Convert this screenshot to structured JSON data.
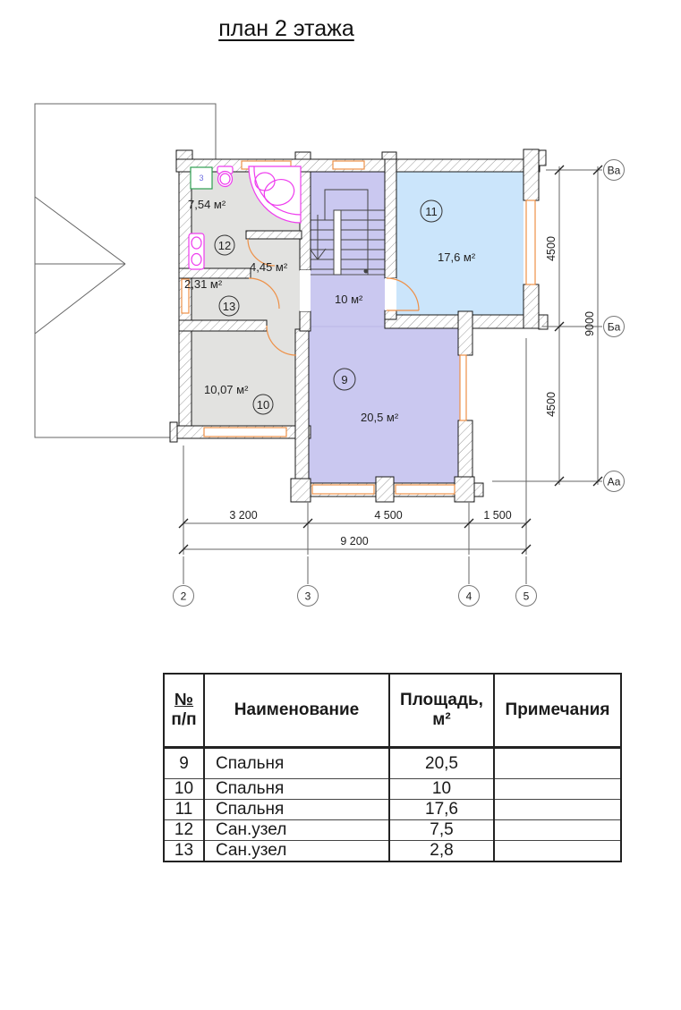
{
  "title": "план 2 этажа",
  "plan": {
    "rooms": [
      {
        "number": "9",
        "area_label": "20,5 м²"
      },
      {
        "number": "10",
        "area_label": "10,07 м²"
      },
      {
        "number": "11",
        "area_label": "17,6 м²"
      },
      {
        "number": "12",
        "area_label": "7,54 м²"
      },
      {
        "number": "13",
        "area_label": "2,31 м²"
      }
    ],
    "stair_hall_area_label": "10 м²",
    "hall_area_label": "4,45 м²",
    "equipment_marker": "3"
  },
  "dimensions": {
    "bottom_segments": [
      "3 200",
      "4 500",
      "1 500"
    ],
    "bottom_total": "9 200",
    "right_segments": [
      "4500",
      "4500"
    ],
    "right_total": "9000"
  },
  "axes": {
    "bottom": [
      "2",
      "3",
      "4",
      "5"
    ],
    "right": [
      "Ва",
      "Ба",
      "Аа"
    ]
  },
  "table": {
    "header": {
      "num_line1": "№",
      "num_line2": "п/п",
      "name": "Наименование",
      "area_line1": "Площадь,",
      "area_line2": "м²",
      "notes": "Примечания"
    },
    "rows": [
      {
        "num": "9",
        "name": "Спальня",
        "area": "20,5",
        "note": ""
      },
      {
        "num": "10",
        "name": "Спальня",
        "area": "10",
        "note": ""
      },
      {
        "num": "11",
        "name": "Спальня",
        "area": "17,6",
        "note": ""
      },
      {
        "num": "12",
        "name": "Сан.узел",
        "area": "7,5",
        "note": ""
      },
      {
        "num": "13",
        "name": "Сан.узел",
        "area": "2,8",
        "note": ""
      }
    ]
  },
  "colors": {
    "room_blue": "#cbe5fb",
    "room_lavender": "#cac8f0",
    "room_gray": "#e2e2e0",
    "window_orange": "#ee9148",
    "fixture_magenta": "#ee3cee",
    "marker_green": "#2d9e4f"
  }
}
